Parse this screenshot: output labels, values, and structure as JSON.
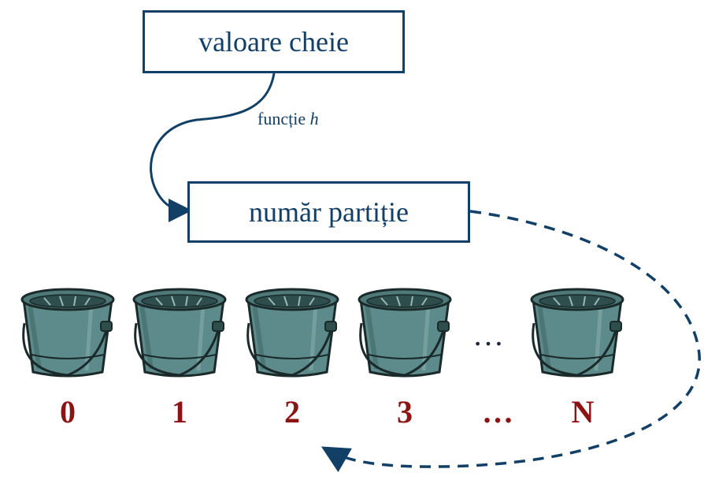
{
  "diagram": {
    "key_box_label": "valoare cheie",
    "function_label_prefix": "funcție",
    "function_label_var": "h",
    "partition_box_label": "număr partiție",
    "buckets": [
      "0",
      "1",
      "2",
      "3",
      "…",
      "N"
    ],
    "between_buckets_ellipsis": "…"
  },
  "colors": {
    "box_border": "#123f66",
    "text": "#123f66",
    "arrow": "#123f66",
    "bucket_numbers": "#8b1414",
    "bucket_body": "#5d8a8a"
  },
  "icons": [
    "bucket-icon",
    "curved-arrow",
    "dashed-loop-arrow"
  ]
}
